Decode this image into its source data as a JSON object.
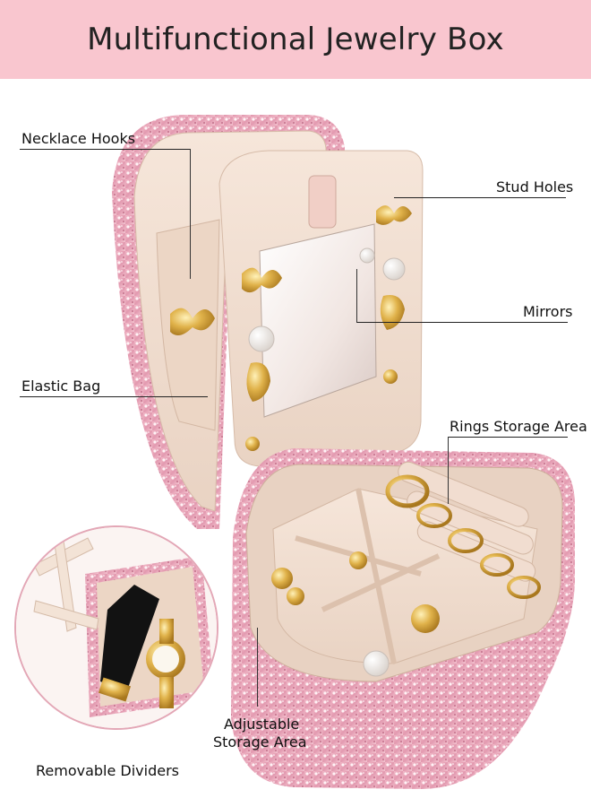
{
  "title": "Multifunctional Jewelry Box",
  "callouts": {
    "necklace_hooks": "Necklace Hooks",
    "stud_holes": "Stud Holes",
    "mirrors": "Mirrors",
    "elastic_bag": "Elastic Bag",
    "rings_storage": "Rings Storage Area",
    "adjustable_storage_line1": "Adjustable",
    "adjustable_storage_line2": "Storage Area",
    "removable_dividers": "Removable Dividers"
  },
  "colors": {
    "banner": "#f9c6cf",
    "glitter_pink": "#e8a3b8",
    "velvet_beige": "#f2dfd2",
    "gold": "#d4a640"
  }
}
